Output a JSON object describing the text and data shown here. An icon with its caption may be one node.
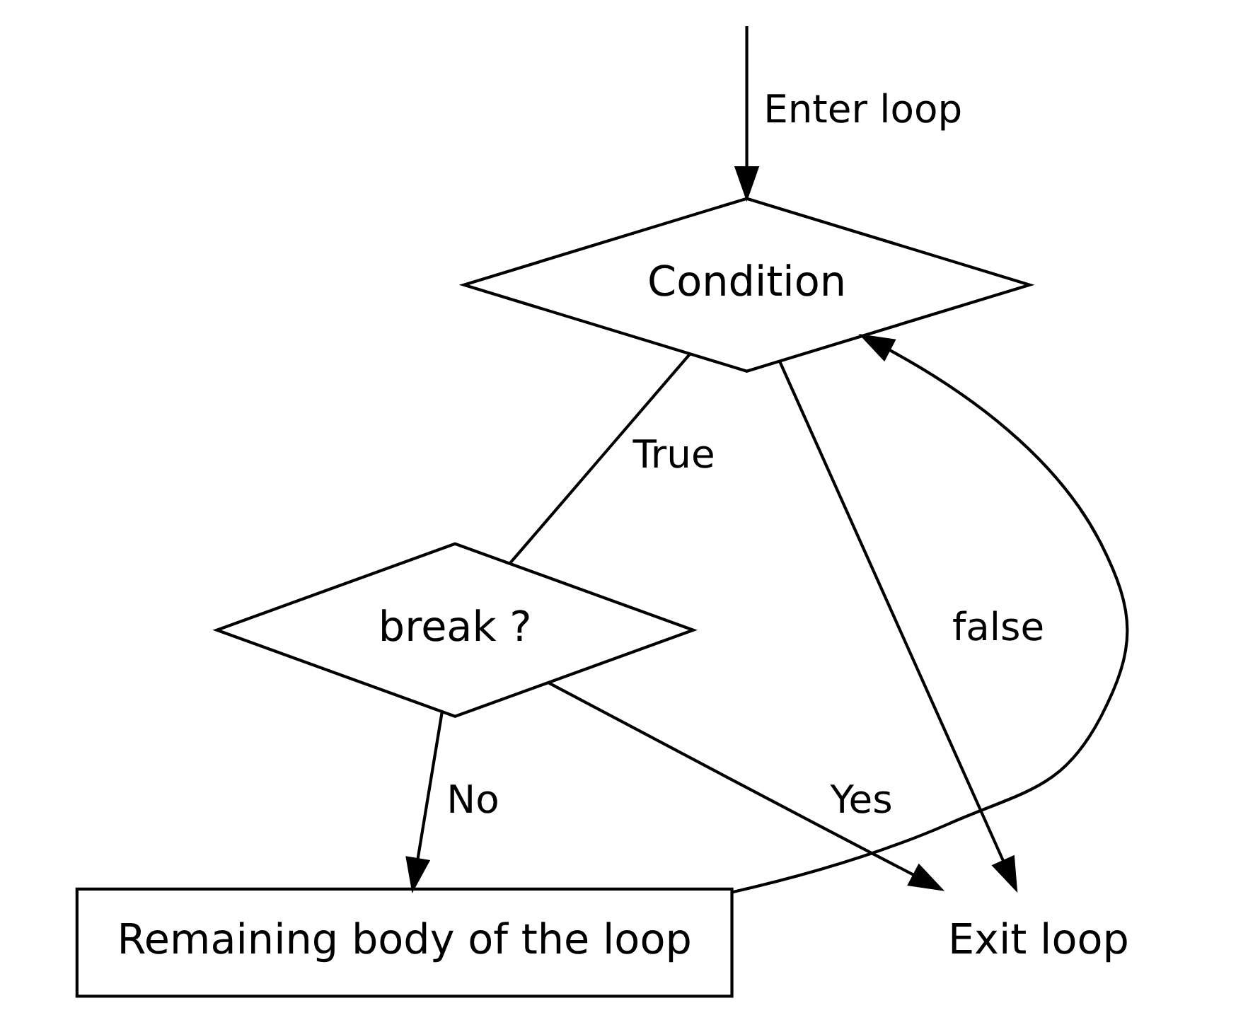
{
  "diagram": {
    "nodes": [
      {
        "text": [
          "Condition"
        ]
      },
      {
        "text": [
          "break ?"
        ]
      },
      {
        "text": [
          "Remaining body of the loop"
        ]
      },
      {
        "text": [
          "Exit loop"
        ]
      }
    ],
    "edges": [
      {
        "from": null,
        "to": 0,
        "arrow": "to",
        "label": "Enter loop"
      },
      {
        "from": 0,
        "to": 3,
        "arrow": "to",
        "label": "false"
      },
      {
        "from": 0,
        "to": 1,
        "arrow": "none",
        "label": "True"
      },
      {
        "from": 1,
        "to": 3,
        "arrow": "to",
        "label": "Yes"
      },
      {
        "from": 1,
        "to": 2,
        "arrow": "to",
        "label": "No"
      },
      {
        "from": 2,
        "to": 0,
        "arrow": "to"
      }
    ]
  }
}
